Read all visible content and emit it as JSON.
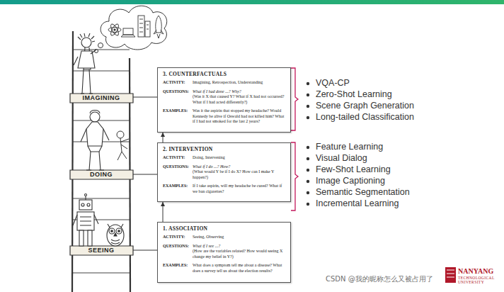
{
  "diagram": {
    "nodes": [
      {
        "text": [
          "3. COUNTERFACTUALS",
          "ACTIVITY:",
          "Imagining, Retrospection, Understanding",
          "QUESTIONS:",
          "What if I had done ...? Why?",
          "(Was it X that caused Y? What if X had not occurred? What if I had acted differently?)",
          "EXAMPLES:",
          "Was it the aspirin that stopped my headache? Would Kennedy be alive if Oswald had not killed him? What if I had not smoked for the last 2 years?"
        ]
      },
      {
        "text": [
          "2. INTERVENTION",
          "ACTIVITY:",
          "Doing, Intervening",
          "QUESTIONS:",
          "What if I do ...? How?",
          "(What would Y be if I do X? How can I make Y happen?)",
          "EXAMPLES:",
          "If I take aspirin, will my headache be cured? What if we ban cigarettes?"
        ]
      },
      {
        "text": [
          "1. ASSOCIATION",
          "ACTIVITY:",
          "Seeing, Observing",
          "QUESTIONS:",
          "What if I see ...?",
          "(How are the variables related? How would seeing X change my belief in Y?)",
          "EXAMPLES:",
          "What does a symptom tell me about a disease? What does a survey tell us about the election results?"
        ]
      }
    ],
    "edges": [
      {
        "from": 2,
        "to": 1,
        "arrow": "to"
      },
      {
        "from": 1,
        "to": 0,
        "arrow": "to"
      }
    ],
    "labels": [
      "IMAGINING",
      "DOING",
      "SEEING",
      "VQA-CP",
      "Zero-Shot Learning",
      "Scene Graph Generation",
      "Long-tailed Classification",
      "Feature Learning",
      "Visual Dialog",
      "Few-Shot Learning",
      "Image Captioning",
      "Semantic Segmentation",
      "Incremental Learning",
      "CSDN @我的昵称怎么又被占用了",
      "NANYANG",
      "TECHNOLOGICAL",
      "UNIVERSITY"
    ]
  }
}
